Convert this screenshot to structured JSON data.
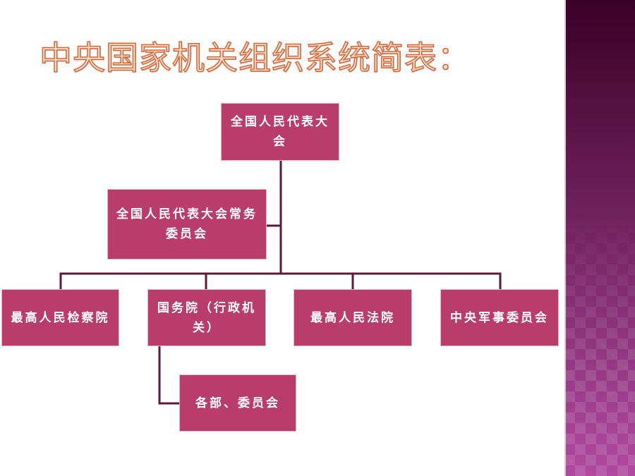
{
  "slide": {
    "title": "中央国家机关组织系统简表："
  },
  "org_chart": {
    "root": "全国人民代表大会",
    "standing_committee": "全国人民代表大会常务委员会",
    "branches": [
      "最高人民检察院",
      "国务院（行政机关）",
      "最高人民法院",
      "中央军事委员会"
    ],
    "state_council_child": "各部、委员会"
  },
  "colors": {
    "box_fill": "#b83d68",
    "box_border": "#e7b9c8",
    "connector": "#5a1a3a",
    "title_fill": "#fde2c8",
    "title_outline": "#d5643a",
    "side_band_top": "#3a0026",
    "side_band_bottom": "#b04aa0"
  }
}
